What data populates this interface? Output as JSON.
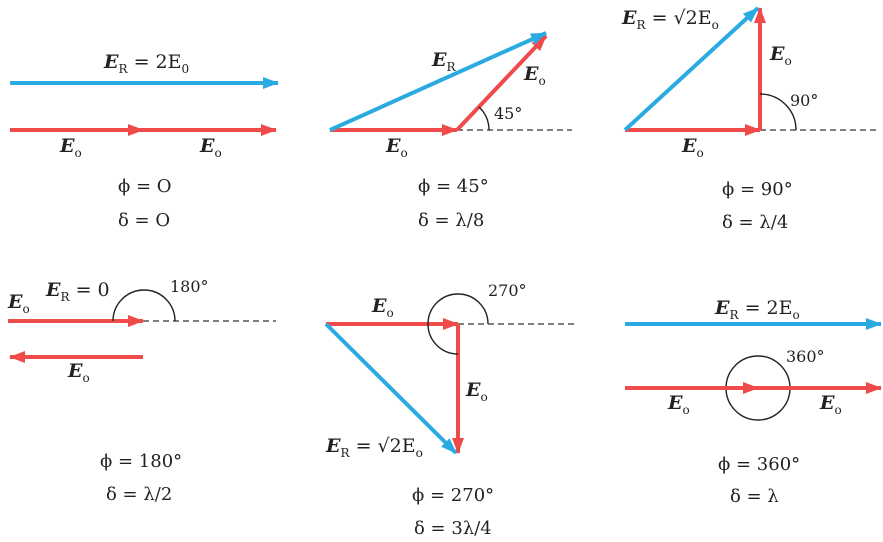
{
  "colors": {
    "resultant": "#29abe2",
    "component": "#ef4b4b"
  },
  "panels": [
    {
      "phi": "ϕ = O",
      "delta": "δ = O",
      "er_label": "E",
      "er_sub": "R",
      "er_rest": " = 2E",
      "er_rest_sub": "0",
      "eo_label": "E",
      "eo_sub": "o"
    },
    {
      "phi": "ϕ = 45°",
      "delta": "δ = λ/8",
      "er_label": "E",
      "er_sub": "R",
      "eo_label": "E",
      "eo_sub": "o",
      "angle": "45°"
    },
    {
      "phi": "ϕ = 90°",
      "delta": "δ = λ/4",
      "er_label": "E",
      "er_sub": "R",
      "er_rest": " = √2E",
      "er_rest_sub": "o",
      "eo_label": "E",
      "eo_sub": "o",
      "angle": "90°"
    },
    {
      "phi": "ϕ = 180°",
      "delta": "δ = λ/2",
      "er_label": "E",
      "er_sub": "R",
      "er_rest": " = 0",
      "eo_label": "E",
      "eo_sub": "o",
      "angle": "180°"
    },
    {
      "phi": "ϕ = 270°",
      "delta": "δ = 3λ/4",
      "er_label": "E",
      "er_sub": "R",
      "er_rest": " = √2E",
      "er_rest_sub": "o",
      "eo_label": "E",
      "eo_sub": "o",
      "angle": "270°"
    },
    {
      "phi": "ϕ = 360°",
      "delta": "δ = λ",
      "er_label": "E",
      "er_sub": "R",
      "er_rest": " = 2E",
      "er_rest_sub": "o",
      "eo_label": "E",
      "eo_sub": "o",
      "angle": "360°"
    }
  ]
}
